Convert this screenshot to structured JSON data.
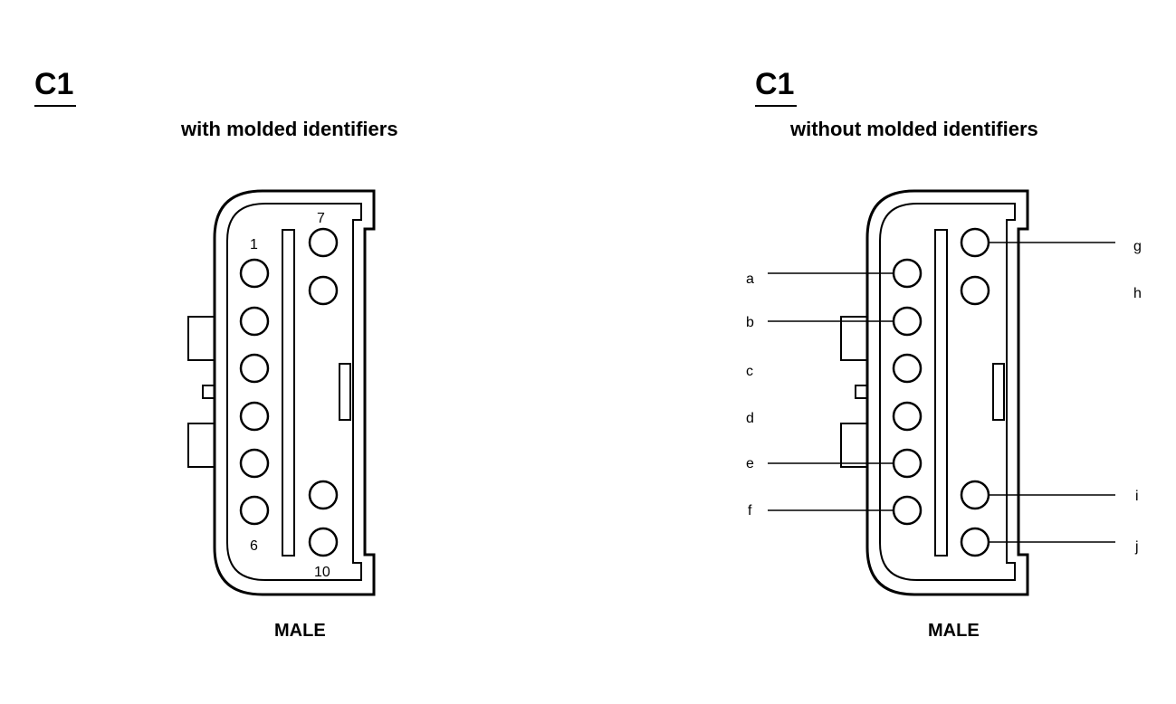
{
  "left": {
    "title": "C1",
    "subtitle": "with molded identifiers",
    "footer": "MALE",
    "pin_labels": {
      "first": "1",
      "last_left": "6",
      "first_right": "7",
      "last_right": "10"
    }
  },
  "right": {
    "title": "C1",
    "subtitle": "without molded identifiers",
    "footer": "MALE",
    "pin_labels": [
      "a",
      "b",
      "c",
      "d",
      "e",
      "f",
      "g",
      "h",
      "i",
      "j"
    ]
  }
}
